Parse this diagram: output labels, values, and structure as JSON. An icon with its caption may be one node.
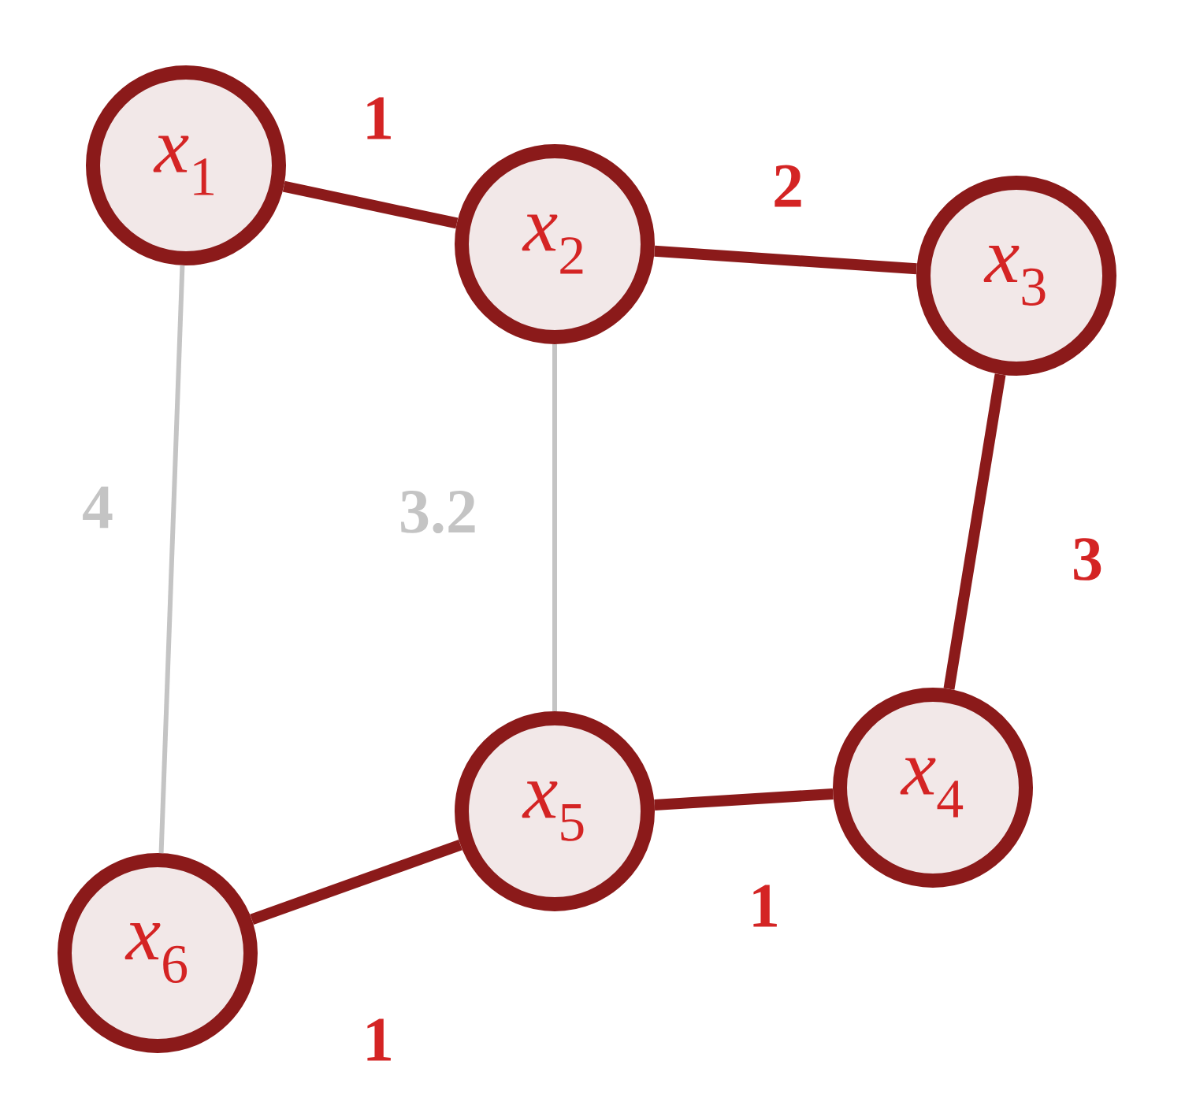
{
  "diagram": {
    "nodes": [
      {
        "text": [
          "*x*$_{1}$"
        ]
      },
      {
        "text": [
          "*x*$_{2}$"
        ]
      },
      {
        "text": [
          "*x*$_{3}$"
        ]
      },
      {
        "text": [
          "*x*$_{4}$"
        ]
      },
      {
        "text": [
          "*x*$_{5}$"
        ]
      },
      {
        "text": [
          "*x*$_{6}$"
        ]
      }
    ],
    "edges": [
      {
        "from": 0,
        "to": 1,
        "arrow": "none",
        "label": "1"
      },
      {
        "from": 1,
        "to": 2,
        "arrow": "none",
        "label": "2"
      },
      {
        "from": 2,
        "to": 3,
        "arrow": "none",
        "label": "3"
      },
      {
        "from": 3,
        "to": 4,
        "arrow": "none",
        "label": "1"
      },
      {
        "from": 4,
        "to": 5,
        "arrow": "none",
        "label": "1"
      },
      {
        "from": 0,
        "to": 5,
        "arrow": "none",
        "label": "4",
        "color": "#c4c4c4"
      },
      {
        "from": 1,
        "to": 4,
        "arrow": "none",
        "label": "3.2",
        "color": "#c4c4c4"
      }
    ]
  }
}
